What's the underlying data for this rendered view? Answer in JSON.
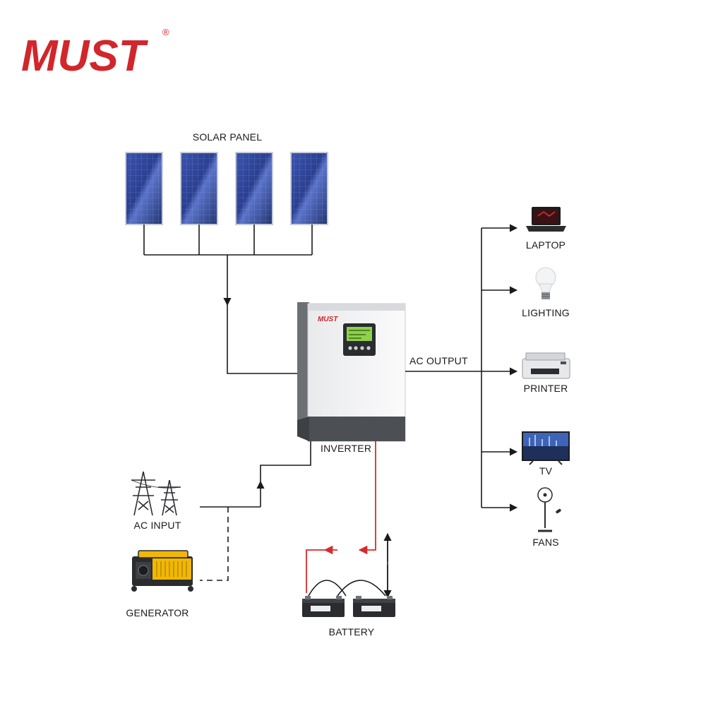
{
  "brand": {
    "logo_text": "MUST",
    "registered_mark": "®",
    "color": "#d1262b"
  },
  "labels": {
    "solar_panel": "SOLAR PANEL",
    "ac_output": "AC OUTPUT",
    "inverter": "INVERTER",
    "ac_input": "AC INPUT",
    "generator": "GENERATOR",
    "battery": "BATTERY"
  },
  "loads": [
    {
      "label": "LAPTOP",
      "icon": "laptop-icon"
    },
    {
      "label": "LIGHTING",
      "icon": "light-bulb-icon"
    },
    {
      "label": "PRINTER",
      "icon": "printer-icon"
    },
    {
      "label": "TV",
      "icon": "tv-icon"
    },
    {
      "label": "FANS",
      "icon": "fan-icon"
    }
  ],
  "inverter_logo": "MUST",
  "colors": {
    "wire": "#1a1a1a",
    "battery_wire": "#d62b2b",
    "panel_blue": "#2b3f8f",
    "generator_yellow": "#f2b705"
  }
}
